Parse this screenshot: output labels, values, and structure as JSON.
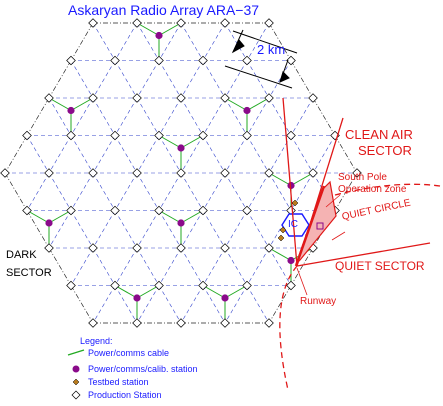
{
  "title": "Askaryan Radio Array  ARA−37",
  "scale_label": "2 km",
  "regions": {
    "clean_air": [
      "CLEAN AIR",
      "SECTOR"
    ],
    "south_pole": [
      "South Pole",
      "Operation zone"
    ],
    "quiet_circle": "QUIET CIRCLE",
    "quiet_sector": "QUIET SECTOR",
    "runway": "Runway",
    "dark": [
      "DARK",
      "SECTOR"
    ],
    "ic": "IC"
  },
  "legend": {
    "title": "Legend:",
    "items": [
      {
        "label": "Power/comms cable",
        "icon": "green-line-icon"
      },
      {
        "label": "Power/comms/calib. station",
        "icon": "purple-dot-icon"
      },
      {
        "label": "Testbed station",
        "icon": "brown-diamond-icon"
      },
      {
        "label": "Production Station",
        "icon": "white-diamond-icon"
      }
    ]
  },
  "colors": {
    "accent": "#1a1aff",
    "red": "#e01818",
    "cable": "#22aa22",
    "calib": "#8a0a8a",
    "testbed": "#b87a1c",
    "grid_blue": "#3344cc"
  }
}
